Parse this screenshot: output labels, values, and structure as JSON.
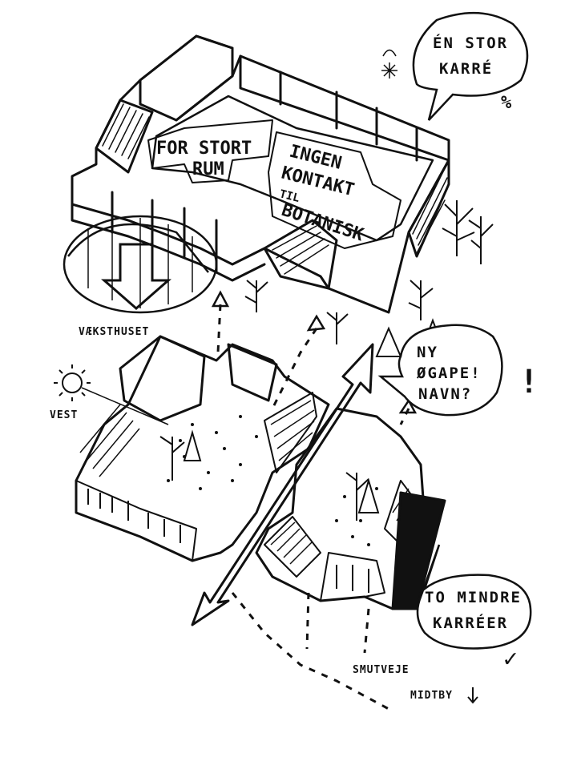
{
  "upper_block": {
    "bubble": {
      "line1": "ÉN STOR",
      "line2": "KARRÉ"
    },
    "roof_label_1": {
      "line1": "FOR STORT",
      "line2": "RUM"
    },
    "roof_label_2": {
      "line1": "INGEN",
      "line2": "KONTAKT",
      "line3": "TIL",
      "line4": "BOTANISK"
    },
    "greenhouse_label": "VÆKSTHUSET"
  },
  "lower_block": {
    "sun_label": "VEST",
    "right_bubble": {
      "line1": "NY",
      "line2": "ØGAPE!",
      "line3": "NAVN?"
    },
    "bottom_bubble": {
      "line1": "TO MINDRE",
      "line2": "KARRÉER"
    },
    "path_label": "SMUTVEJE",
    "midtby_label": "MIDTBY"
  },
  "marks": {
    "exclamation": "!",
    "percent": "%",
    "check": "✓"
  },
  "colors": {
    "ink": "#111111",
    "paper": "#ffffff"
  }
}
